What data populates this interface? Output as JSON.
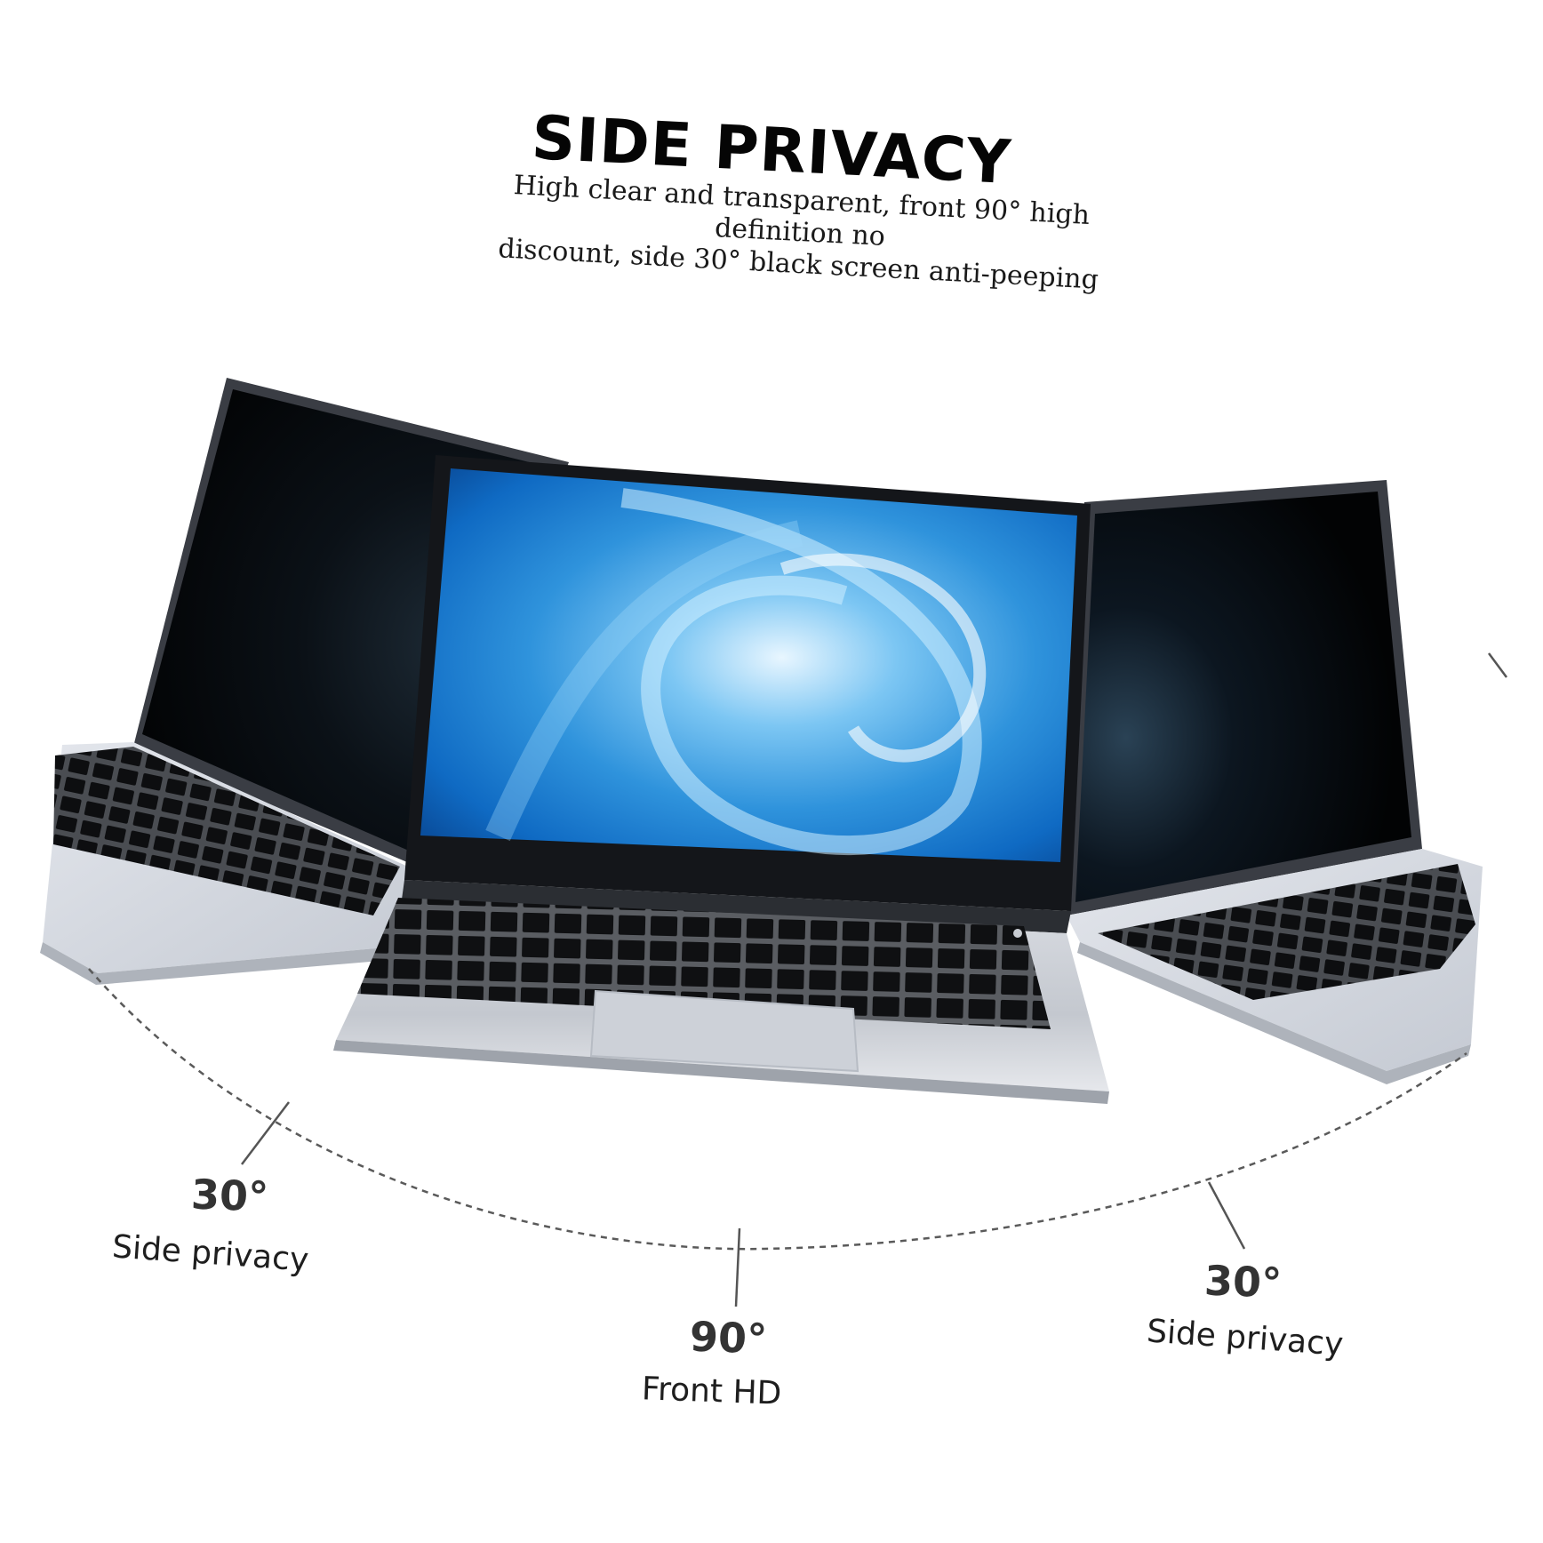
{
  "heading": {
    "title": "SIDE PRIVACY",
    "subtitle_line1": "High clear and transparent, front 90° high definition no",
    "subtitle_line2": "discount, side 30° black screen anti-peeping"
  },
  "angles": {
    "left": {
      "degrees": "30°",
      "label": "Side privacy"
    },
    "front": {
      "degrees": "90°",
      "label": "Front HD"
    },
    "right": {
      "degrees": "30°",
      "label": "Side privacy"
    }
  },
  "colors": {
    "background": "#ffffff",
    "screen_blue": "#1f8fe0",
    "privacy_black": "#050607",
    "laptop_silver": "#c9ccd3"
  }
}
